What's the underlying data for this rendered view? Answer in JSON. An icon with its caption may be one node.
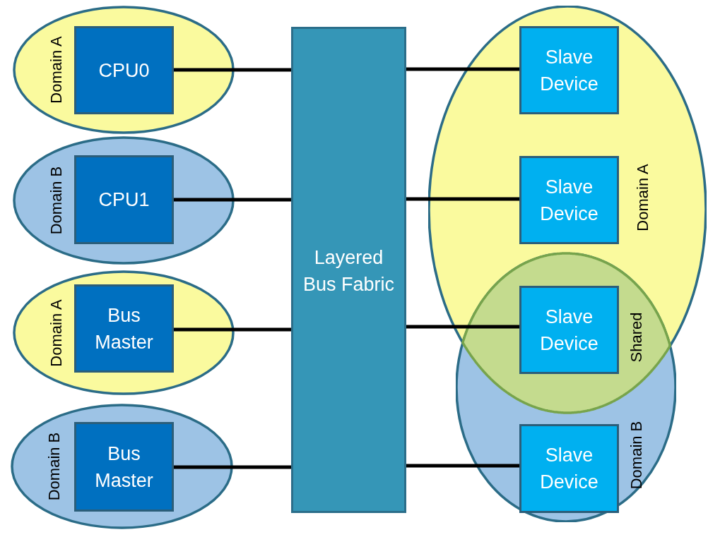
{
  "diagram": {
    "nodes": [
      {
        "text": [
          "Domain A"
        ]
      },
      {
        "text": [
          "CPU0"
        ],
        "in": 0
      },
      {
        "text": [
          "Domain B"
        ]
      },
      {
        "text": [
          "CPU1"
        ],
        "in": 2
      },
      {
        "text": [
          "Domain A"
        ]
      },
      {
        "text": [
          "Bus Master"
        ],
        "in": 4
      },
      {
        "text": [
          "Domain B"
        ]
      },
      {
        "text": [
          "Bus Master"
        ],
        "in": 6
      },
      {
        "text": [
          "Layered Bus Fabric"
        ]
      },
      {
        "text": [
          "Domain A"
        ]
      },
      {
        "text": [
          "Domain B"
        ]
      },
      {
        "text": [
          "Shared"
        ]
      },
      {
        "text": [
          "Slave Device"
        ],
        "in": 9
      },
      {
        "text": [
          "Slave Device"
        ],
        "in": 9
      },
      {
        "text": [
          "Slave Device"
        ],
        "in": 11
      },
      {
        "text": [
          "Slave Device"
        ],
        "in": 10
      }
    ],
    "edges": [
      {
        "from": 1,
        "to": 8,
        "arrow": "none"
      },
      {
        "from": 3,
        "to": 8,
        "arrow": "none"
      },
      {
        "from": 5,
        "to": 8,
        "arrow": "none"
      },
      {
        "from": 7,
        "to": 8,
        "arrow": "none"
      },
      {
        "from": 8,
        "to": 12,
        "arrow": "none"
      },
      {
        "from": 8,
        "to": 13,
        "arrow": "none"
      },
      {
        "from": 8,
        "to": 14,
        "arrow": "none"
      },
      {
        "from": 8,
        "to": 15,
        "arrow": "none"
      }
    ]
  }
}
